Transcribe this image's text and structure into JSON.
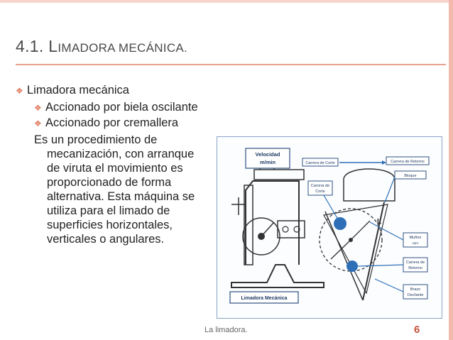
{
  "slide": {
    "title_number": "4.1.",
    "title_L": "L",
    "title_rest": "IMADORA MECÁNICA.",
    "bullet_main": "Limadora mecánica",
    "sub_bullets": [
      "Accionado por biela oscilante",
      "Accionado por cremallera"
    ],
    "paragraph_lines": [
      "Es un procedimiento de",
      "mecanización, con arranque",
      "de viruta el movimiento es",
      "proporcionado de forma",
      "alternativa. Esta máquina se",
      "utiliza para el limado de",
      "superficies horizontales,",
      "verticales o angulares."
    ],
    "footer": "La limadora.",
    "page_number": "6",
    "accent_color": "#e07a5f"
  },
  "figure": {
    "velocidad": "Velocidad",
    "mmin": "m/min",
    "carrera_corte": "Carrera de Corte",
    "carrera_retorno": "Carrera de Retorno",
    "bloque": "Bloque",
    "carrera_de": "Carrera de",
    "corte": "Corte",
    "letter_L": "L",
    "munon": "Muñon",
    "munon_sub": "«ρ»",
    "retorno": "Retorno",
    "brazo": "Brazo",
    "oscilante": "Oscilante",
    "limadora": "Limadora Mecánica"
  }
}
